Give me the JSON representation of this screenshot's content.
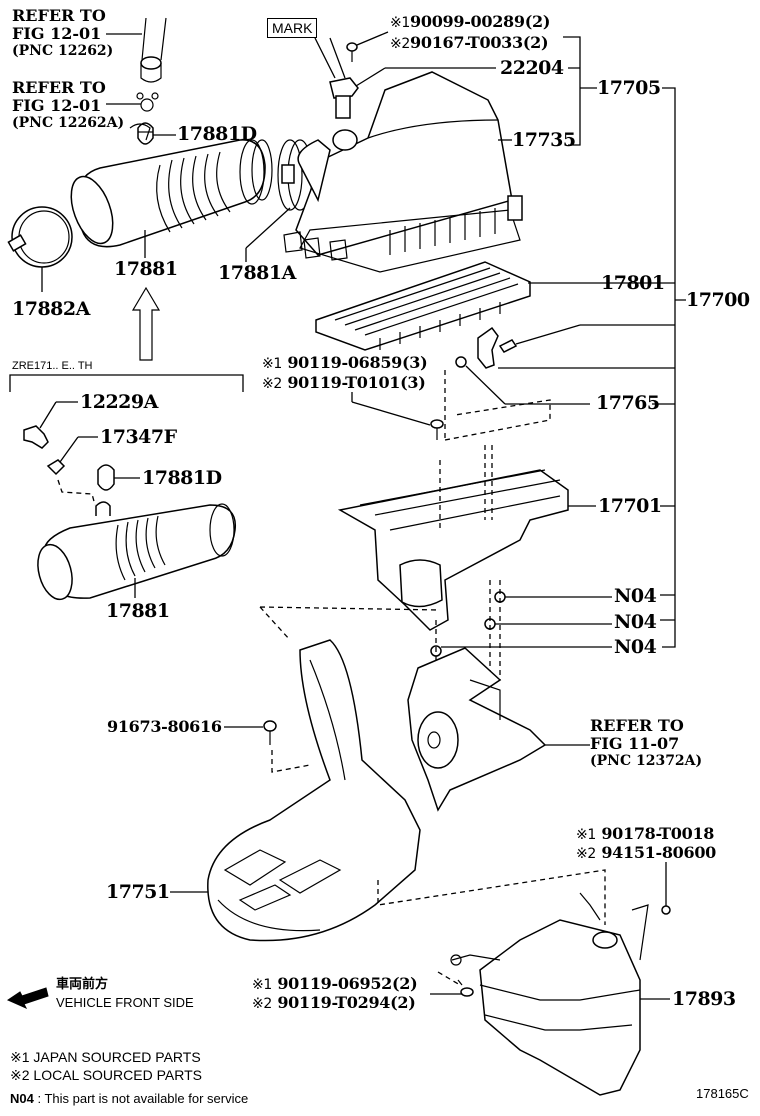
{
  "diagram": {
    "figure_id": "178165C",
    "mark_label": "MARK",
    "labels": {
      "refer_12262": [
        "REFER TO",
        "FIG 12-01",
        "(PNC 12262)"
      ],
      "refer_12262a": [
        "REFER TO",
        "FIG 12-01",
        "(PNC 12262A)"
      ],
      "refer_12372a": [
        "REFER TO",
        "FIG 11-07",
        "(PNC 12372A)"
      ],
      "p17881d_top": "17881D",
      "p17881_top": "17881",
      "p17881a": "17881A",
      "p17882a": "17882A",
      "bolt_top_1": {
        "mark": "※1",
        "code": "90099-00289(2)"
      },
      "bolt_top_2": {
        "mark": "※2",
        "code": "90167-T0033(2)"
      },
      "p22204": "22204",
      "p17705": "17705",
      "p17735": "17735",
      "p17801": "17801",
      "p17700": "17700",
      "bolt_mid_1": {
        "mark": "※1",
        "code": "90119-06859(3)"
      },
      "bolt_mid_2": {
        "mark": "※2",
        "code": "90119-T0101(3)"
      },
      "p17765": "17765",
      "variant_label": "ZRE171.. E.. TH",
      "p12229a": "12229A",
      "p17347f": "17347F",
      "p17881d_low": "17881D",
      "p17881_low": "17881",
      "p17701": "17701",
      "n04_1": "N04",
      "n04_2": "N04",
      "n04_3": "N04",
      "p91673": "91673-80616",
      "p17751": "17751",
      "nut_1": {
        "mark": "※1",
        "code": "90178-T0018"
      },
      "nut_2": {
        "mark": "※2",
        "code": "94151-80600"
      },
      "bolt_low_1": {
        "mark": "※1",
        "code": "90119-06952(2)"
      },
      "bolt_low_2": {
        "mark": "※2",
        "code": "90119-T0294(2)"
      },
      "p17893": "17893"
    },
    "direction": {
      "jp": "車両前方",
      "en": "VEHICLE FRONT SIDE",
      "icon": "arrow-left-icon"
    },
    "legend": [
      {
        "mark": "※1",
        "text": "JAPAN SOURCED PARTS"
      },
      {
        "mark": "※2",
        "text": "LOCAL SOURCED PARTS"
      }
    ],
    "note": {
      "code": "N04",
      "text": ": This part is not available for service"
    }
  }
}
